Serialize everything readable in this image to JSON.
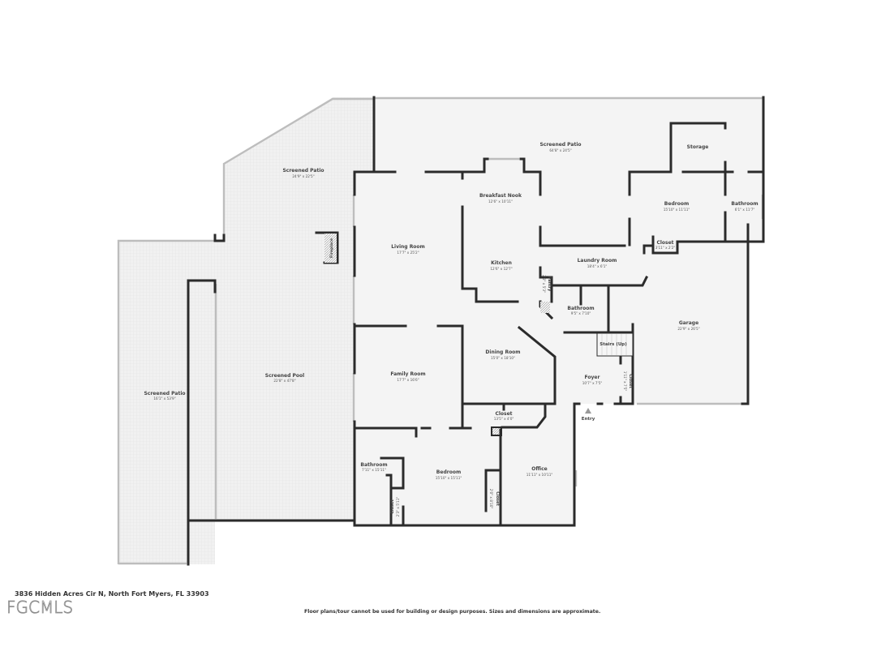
{
  "rooms": {
    "screened_patio_nw": {
      "name": "Screened Patio",
      "dim": "24'9\" x 22'5\""
    },
    "screened_patio_n": {
      "name": "Screened Patio",
      "dim": "64'8\" x 24'5\""
    },
    "screened_patio_w": {
      "name": "Screened Patio",
      "dim": "16'1\" x 53'9\""
    },
    "screened_pool": {
      "name": "Screened Pool",
      "dim": "22'8\" x 47'8\""
    },
    "storage": {
      "name": "Storage",
      "dim": ""
    },
    "bedroom_ne": {
      "name": "Bedroom",
      "dim": "15'10\" x 11'11\""
    },
    "bathroom_ne": {
      "name": "Bathroom",
      "dim": "6'1\" x 11'7\""
    },
    "breakfast_nook": {
      "name": "Breakfast Nook",
      "dim": "12'6\" x 10'11\""
    },
    "living_room": {
      "name": "Living Room",
      "dim": "17'7\" x 25'2\""
    },
    "kitchen": {
      "name": "Kitchen",
      "dim": "12'6\" x 12'7\""
    },
    "laundry_room": {
      "name": "Laundry Room",
      "dim": "18'4\" x 6'1\""
    },
    "closet_laundry": {
      "name": "Closet",
      "dim": "3'11\" x 2'2\""
    },
    "pantry": {
      "name": "Pantry",
      "dim": "2'3\" x 5'3\""
    },
    "bathroom_mid": {
      "name": "Bathroom",
      "dim": "9'5\" x 7'10\""
    },
    "garage": {
      "name": "Garage",
      "dim": "22'9\" x 26'5\""
    },
    "stairs": {
      "name": "Stairs (Up)",
      "dim": ""
    },
    "dining_room": {
      "name": "Dining Room",
      "dim": "15'0\" x 18'10\""
    },
    "family_room": {
      "name": "Family Room",
      "dim": "17'7\" x 16'6\""
    },
    "foyer": {
      "name": "Foyer",
      "dim": "10'7\" x 7'5\""
    },
    "closet_foyer": {
      "name": "Closet",
      "dim": "1'11\" x 7'5\""
    },
    "closet_hall": {
      "name": "Closet",
      "dim": "13'5\" x 4'0\""
    },
    "bathroom_sw": {
      "name": "Bathroom",
      "dim": "7'11\" x 15'11\""
    },
    "closet_bath": {
      "name": "Closet",
      "dim": "2'3\" x 5'11\""
    },
    "bedroom_sw": {
      "name": "Bedroom",
      "dim": "15'10\" x 15'11\""
    },
    "closet_bed": {
      "name": "Closet",
      "dim": "2'0\" x 8'10\""
    },
    "office": {
      "name": "Office",
      "dim": "11'11\" x 10'11\""
    },
    "fireplace": {
      "name": "Fireplace",
      "dim": ""
    }
  },
  "entry_label": "Entry",
  "footer": {
    "address": "3836 Hidden Acres Cir N, North Fort Myers, FL 33903",
    "logo": "FGCMLS",
    "disclaimer": "Floor plans/tour cannot be used for building or design purposes. Sizes and dimensions are approximate."
  },
  "colors": {
    "wall": "#2b2b2b",
    "floor": "#f4f4f4",
    "window": "#bdbdbd"
  }
}
